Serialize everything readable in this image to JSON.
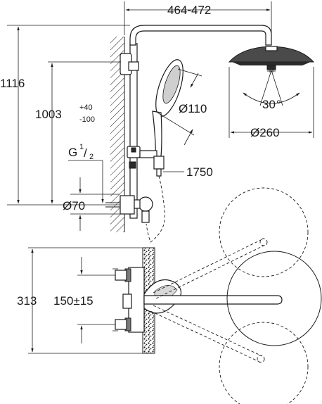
{
  "dimensions": {
    "arm_projection": "464-472",
    "total_height": "1116",
    "rail_height": "1003",
    "rail_height_tol_plus": "+40",
    "rail_height_tol_minus": "-100",
    "thread_size": "G",
    "thread_fraction_num": "1",
    "thread_fraction_den": "2",
    "rosette_diameter": "Ø70",
    "hand_shower_diameter": "Ø110",
    "hose_length": "1750",
    "head_shower_diameter": "Ø260",
    "tilt_angle": "30",
    "tilt_unit": "°",
    "mixer_height": "313",
    "inlet_spacing": "150±15"
  }
}
